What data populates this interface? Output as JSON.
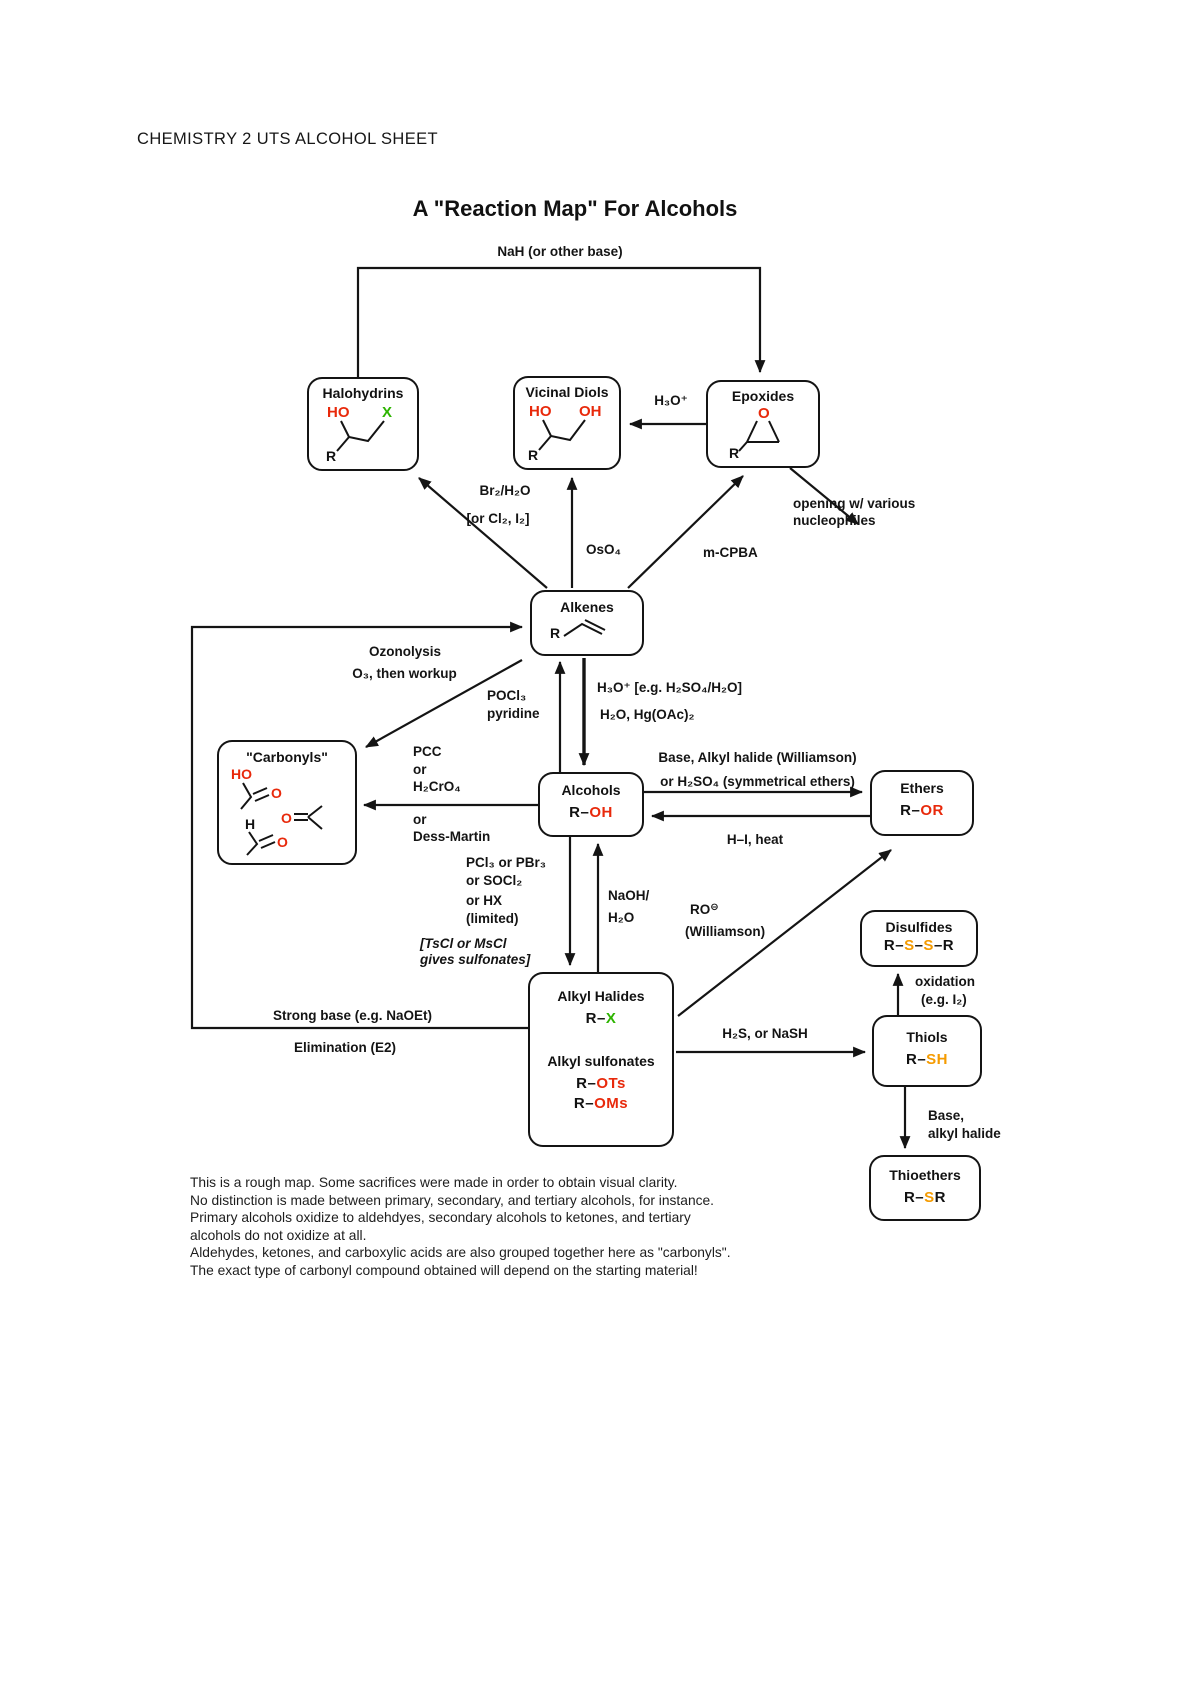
{
  "page": {
    "header": "CHEMISTRY 2 UTS ALCOHOL SHEET",
    "title": "A \"Reaction Map\" For Alcohols"
  },
  "colors": {
    "red": "#e8290b",
    "green": "#2db400",
    "orange": "#f59b00",
    "ink": "#141414"
  },
  "boxes": {
    "halohydrins": {
      "title": "Halohydrins",
      "ho": "HO",
      "x": "X",
      "r": "R"
    },
    "vicinal_diols": {
      "title": "Vicinal Diols",
      "ho": "HO",
      "oh": "OH",
      "r": "R"
    },
    "epoxides": {
      "title": "Epoxides",
      "o": "O",
      "r": "R"
    },
    "alkenes": {
      "title": "Alkenes",
      "r": "R"
    },
    "carbonyls": {
      "title": "\"Carbonyls\"",
      "ho": "HO",
      "o_acid": "O",
      "o_ketone": "O",
      "h": "H",
      "o_aldehyde": "O"
    },
    "alcohols": {
      "title": "Alcohols",
      "f1": "R–",
      "f2": "OH"
    },
    "ethers": {
      "title": "Ethers",
      "f1": "R–",
      "f2": "OR"
    },
    "alkyl_halides": {
      "title": "Alkyl Halides",
      "f1": "R–",
      "f2": "X",
      "subtitle": "Alkyl sulfonates",
      "ots1": "R–",
      "ots2": "OTs",
      "oms1": "R–",
      "oms2": "OMs"
    },
    "disulfides": {
      "title": "Disulfides",
      "p1": "R–",
      "s1": "S",
      "p2": "–",
      "s2": "S",
      "p3": "–R"
    },
    "thiols": {
      "title": "Thiols",
      "f1": "R–",
      "f2": "SH"
    },
    "thioethers": {
      "title": "Thioethers",
      "f1": "R–",
      "s": "S",
      "f2": "R"
    }
  },
  "labels": {
    "nah": "NaH (or other base)",
    "h3o_plus": "H₃O⁺",
    "br2": "Br₂/H₂O",
    "br2_alt": "[or Cl₂, I₂]",
    "oso4": "OsO₄",
    "mcpba_m": "m",
    "mcpba_rest": "-CPBA",
    "opening_1": "opening w/ various",
    "opening_2": "nucleophiles",
    "ozonolysis_1": "Ozonolysis",
    "ozonolysis_2": "O₃, then workup",
    "pocl3": "POCl₃",
    "pyridine": "pyridine",
    "hydration_1": "H₃O⁺ [e.g. H₂SO₄/H₂O]",
    "hydration_2": "H₂O, Hg(OAc)₂",
    "pcc_1": "PCC",
    "pcc_2": "or",
    "pcc_3": "H₂CrO₄",
    "pcc_4": "or",
    "pcc_5": "Dess-Martin",
    "williamson_1": "Base, Alkyl halide (Williamson)",
    "williamson_2": "or H₂SO₄ (symmetrical ethers)",
    "hi_heat": "H–I, heat",
    "pcl3_1": "PCl₃ or PBr₃",
    "pcl3_2": "or SOCl₂",
    "pcl3_3": "or HX",
    "pcl3_4": "(limited)",
    "naoh_1": "NaOH/",
    "naoh_2": "H₂O",
    "ro": "RO",
    "ro_charge": "⊖",
    "ro_will": "(Williamson)",
    "tscl_1": "[TsCl or MsCl",
    "tscl_2": "gives sulfonates]",
    "strong_base": "Strong base (e.g. NaOEt)",
    "elimination": "Elimination (E2)",
    "h2s": "H₂S, or NaSH",
    "oxidation_1": "oxidation",
    "oxidation_2": "(e.g. I₂)",
    "thiol_base_1": "Base,",
    "thiol_base_2": "alkyl halide"
  },
  "footnote": {
    "lines": [
      "This is a rough map. Some sacrifices were made in order to obtain visual clarity.",
      "No distinction is made between primary, secondary, and tertiary alcohols, for instance.",
      "Primary alcohols oxidize to aldehdyes, secondary alcohols to ketones, and tertiary",
      "alcohols do not oxidize at all.",
      "Aldehydes, ketones, and carboxylic acids are also grouped together here as \"carbonyls\".",
      "The exact type of carbonyl compound obtained will depend on the starting material!"
    ]
  }
}
